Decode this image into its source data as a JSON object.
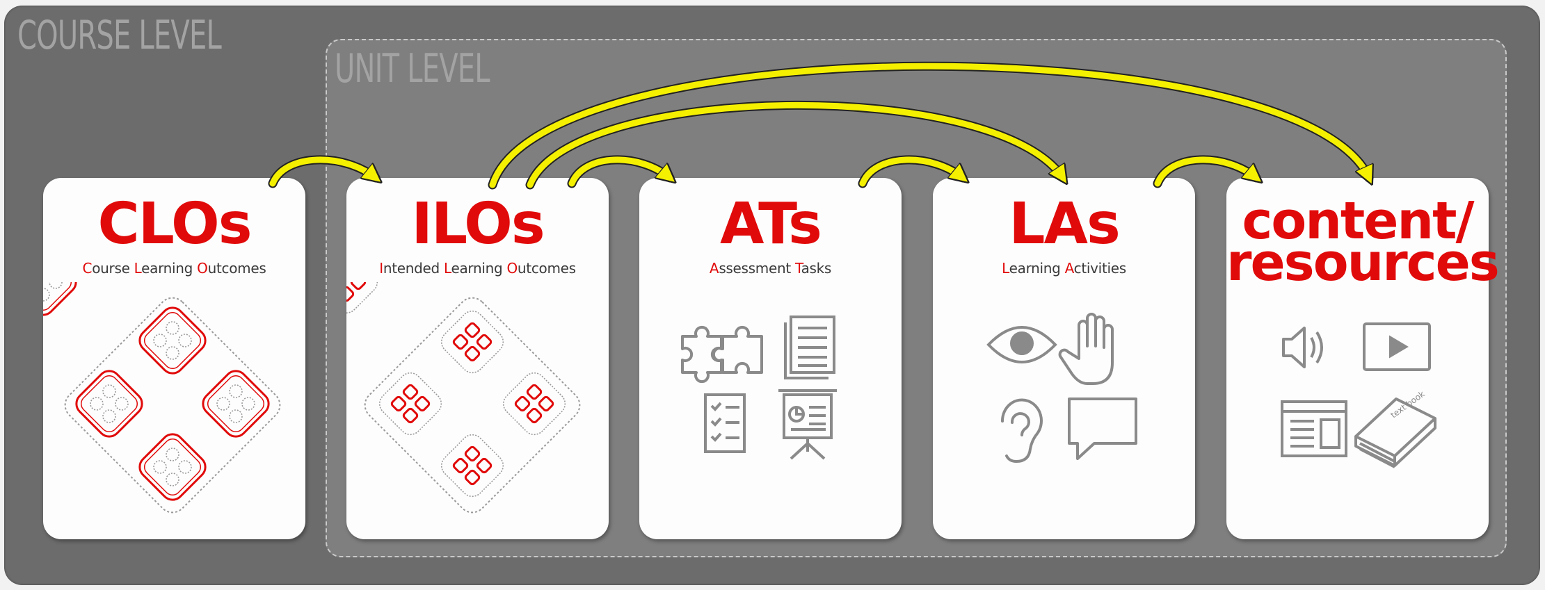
{
  "levels": {
    "course": "COURSE LEVEL",
    "unit": "UNIT LEVEL"
  },
  "cards": [
    {
      "id": "clos",
      "title": "CLOs",
      "subtitle": [
        {
          "h": "C",
          "t": "ourse "
        },
        {
          "h": "L",
          "t": "earning "
        },
        {
          "h": "O",
          "t": "utcomes"
        }
      ],
      "icons": [
        "course-outcomes-diamond-icon"
      ]
    },
    {
      "id": "ilos",
      "title": "ILOs",
      "subtitle": [
        {
          "h": "I",
          "t": "ntended "
        },
        {
          "h": "L",
          "t": "earning "
        },
        {
          "h": "O",
          "t": "utcomes"
        }
      ],
      "icons": [
        "intended-outcomes-diamond-icon"
      ]
    },
    {
      "id": "ats",
      "title": "ATs",
      "subtitle": [
        {
          "h": "A",
          "t": "ssessment "
        },
        {
          "h": "T",
          "t": "asks"
        }
      ],
      "icons": [
        "puzzle-icon",
        "document-icon",
        "checklist-icon",
        "presentation-board-icon"
      ]
    },
    {
      "id": "las",
      "title": "LAs",
      "subtitle": [
        {
          "h": "L",
          "t": "earning "
        },
        {
          "h": "A",
          "t": "ctivities"
        }
      ],
      "icons": [
        "eye-icon",
        "hand-icon",
        "ear-icon",
        "speech-bubble-icon"
      ]
    },
    {
      "id": "content",
      "title_lines": [
        "content/",
        "resources"
      ],
      "subtitle": [],
      "icons": [
        "speaker-icon",
        "play-video-icon",
        "webpage-icon",
        "textbook-icon"
      ],
      "book_label": "text book"
    }
  ],
  "arrows": [
    {
      "from": "clos",
      "to": "ilos"
    },
    {
      "from": "ilos",
      "to": "ats"
    },
    {
      "from": "ats",
      "to": "las"
    },
    {
      "from": "las",
      "to": "content"
    },
    {
      "from": "ilos",
      "to": "las"
    },
    {
      "from": "ilos",
      "to": "content"
    }
  ],
  "colors": {
    "course_bg": "#6c6c6c",
    "unit_bg": "#7f7f7f",
    "accent_red": "#e10a0a",
    "arrow_yellow": "#f4f000",
    "icon_gray": "#8a8a8a"
  }
}
